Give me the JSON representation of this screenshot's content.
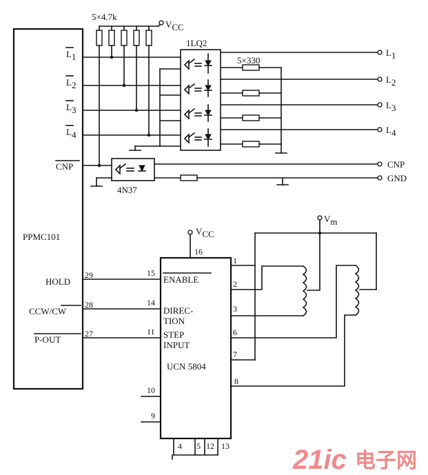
{
  "controller": {
    "name": "PPMC101"
  },
  "controller_pins": [
    {
      "label": "L",
      "sub": "1"
    },
    {
      "label": "L",
      "sub": "2"
    },
    {
      "label": "L",
      "sub": "3"
    },
    {
      "label": "L",
      "sub": "4"
    },
    {
      "label": "CNP"
    },
    {
      "label": "HOLD",
      "num": "29"
    },
    {
      "label": "CCW/",
      "label2": "CW",
      "num": "28"
    },
    {
      "label": "P-OUT",
      "num": "27"
    }
  ],
  "pullup": {
    "label": "5×4.7k",
    "vcc": "V",
    "vcc_sub": "CC"
  },
  "opto_array": {
    "label": "1LQ2"
  },
  "series_res": {
    "label": "5×330"
  },
  "opto_single": {
    "label": "4N37"
  },
  "outputs": [
    {
      "label": "L",
      "sub": "1"
    },
    {
      "label": "L",
      "sub": "2"
    },
    {
      "label": "L",
      "sub": "3"
    },
    {
      "label": "L",
      "sub": "4"
    },
    {
      "label": "CNP"
    },
    {
      "label": "GND"
    }
  ],
  "driver": {
    "name": "UCN 5804",
    "vcc": "V",
    "vcc_sub": "CC",
    "vcc_pin": "16",
    "enable": "ENABLE",
    "direction1": "DIREC-",
    "direction2": "TION",
    "step1": "STEP",
    "step2": "INPUT",
    "pins_left": [
      "15",
      "14",
      "11",
      "10",
      "9"
    ],
    "pins_right": [
      "1",
      "2",
      "3",
      "6",
      "7",
      "8"
    ],
    "pins_bottom": [
      "4",
      "5",
      "12",
      "13"
    ]
  },
  "motor": {
    "vm": "V",
    "vm_sub": "m"
  },
  "watermark": {
    "text1": "21ic",
    "text2": "电子网"
  }
}
